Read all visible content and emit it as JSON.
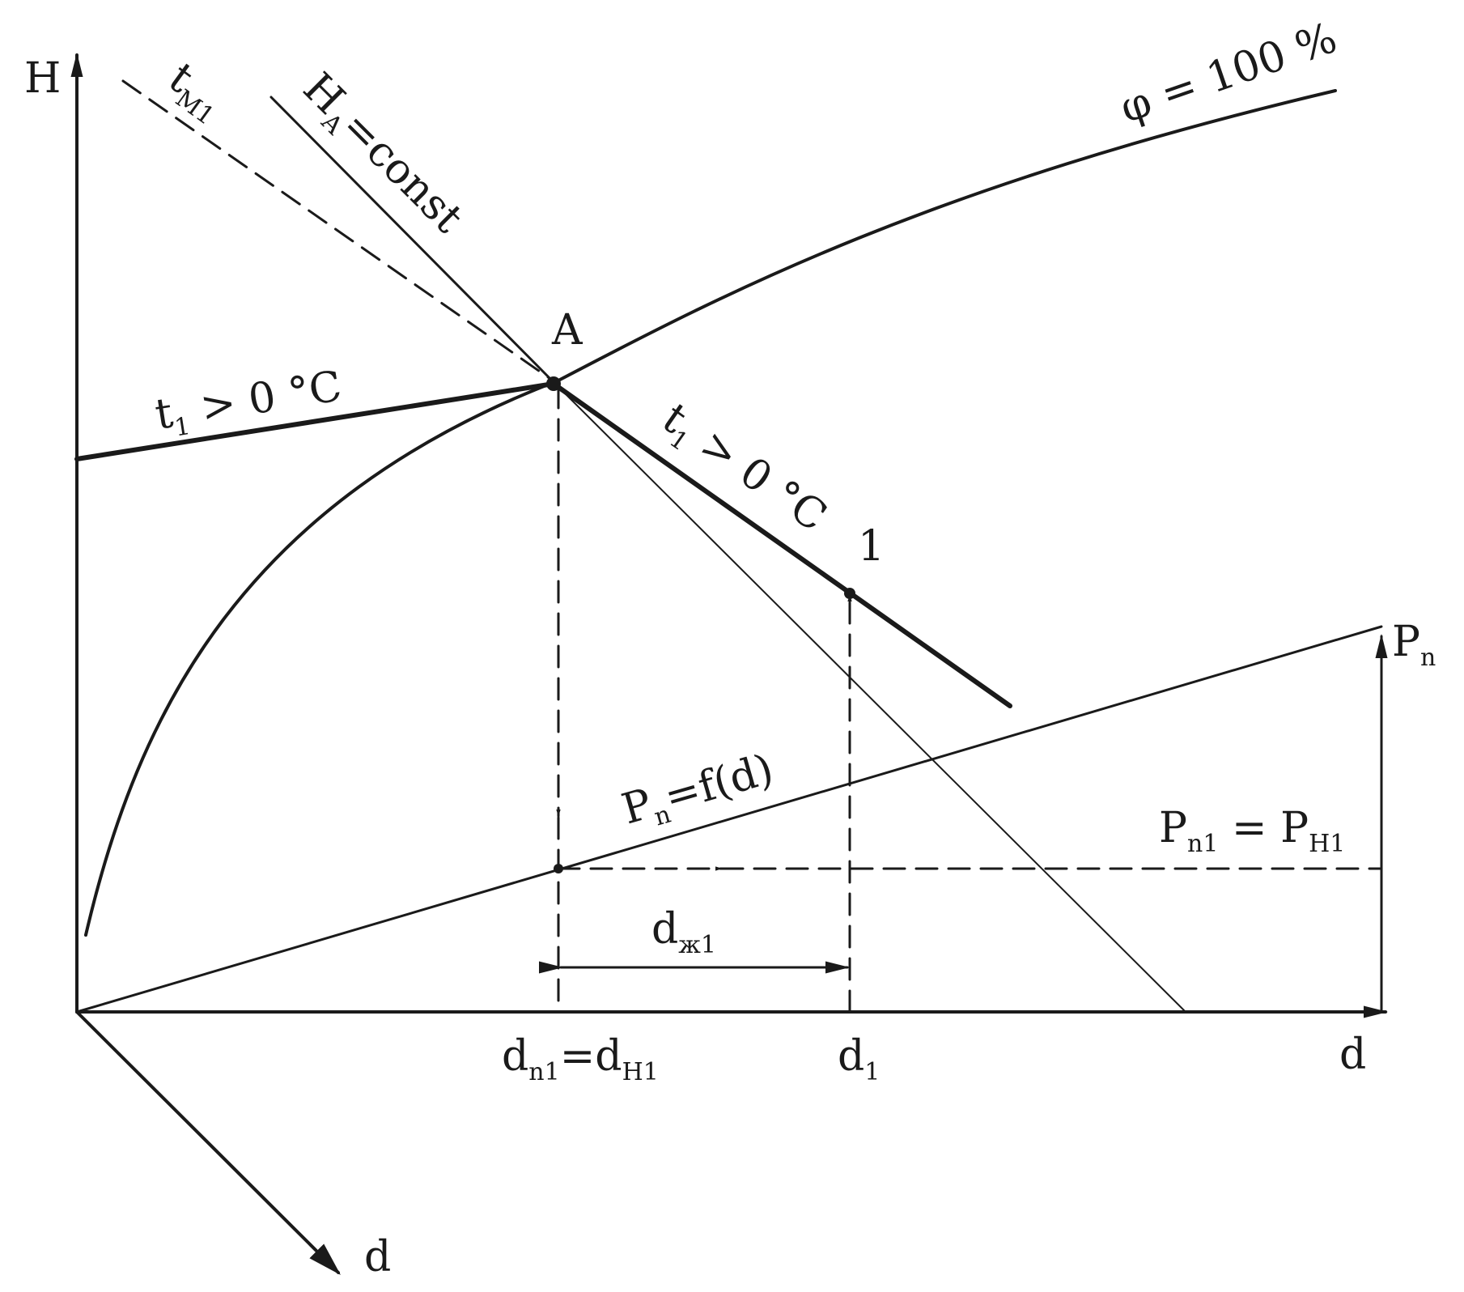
{
  "diagram": {
    "axes": {
      "H": "H",
      "d_horizontal": "d",
      "d_oblique": "d"
    },
    "labels": {
      "t_m1": {
        "main": "t",
        "sub": "M1"
      },
      "h_a_const": {
        "main": "H",
        "sub": "A",
        "rest": "=const"
      },
      "phi_100": "φ = 100 %",
      "point_a": "A",
      "point_1": "1",
      "t1_left": {
        "main": "t",
        "sub": "1",
        "rest": " > 0 °C"
      },
      "t1_right": {
        "main": "t",
        "sub": "1",
        "rest": " > 0 °C"
      },
      "pn_fd": {
        "main": "P",
        "sub": "n",
        "rest": "=f(d)"
      },
      "pn_right": {
        "main": "P",
        "sub": "n"
      },
      "pn1_eq": {
        "a": "P",
        "a_sub": "n1",
        "eq": " = ",
        "b": "P",
        "b_sub": "H1"
      },
      "d_zh1": {
        "main": "d",
        "sub": "ж1"
      },
      "dn1_eq": {
        "a": "d",
        "a_sub": "n1",
        "eq": "=",
        "b": "d",
        "b_sub": "H1"
      },
      "d1": {
        "main": "d",
        "sub": "1"
      }
    },
    "colors": {
      "ink": "#1a1a1a",
      "background": "#ffffff"
    }
  }
}
